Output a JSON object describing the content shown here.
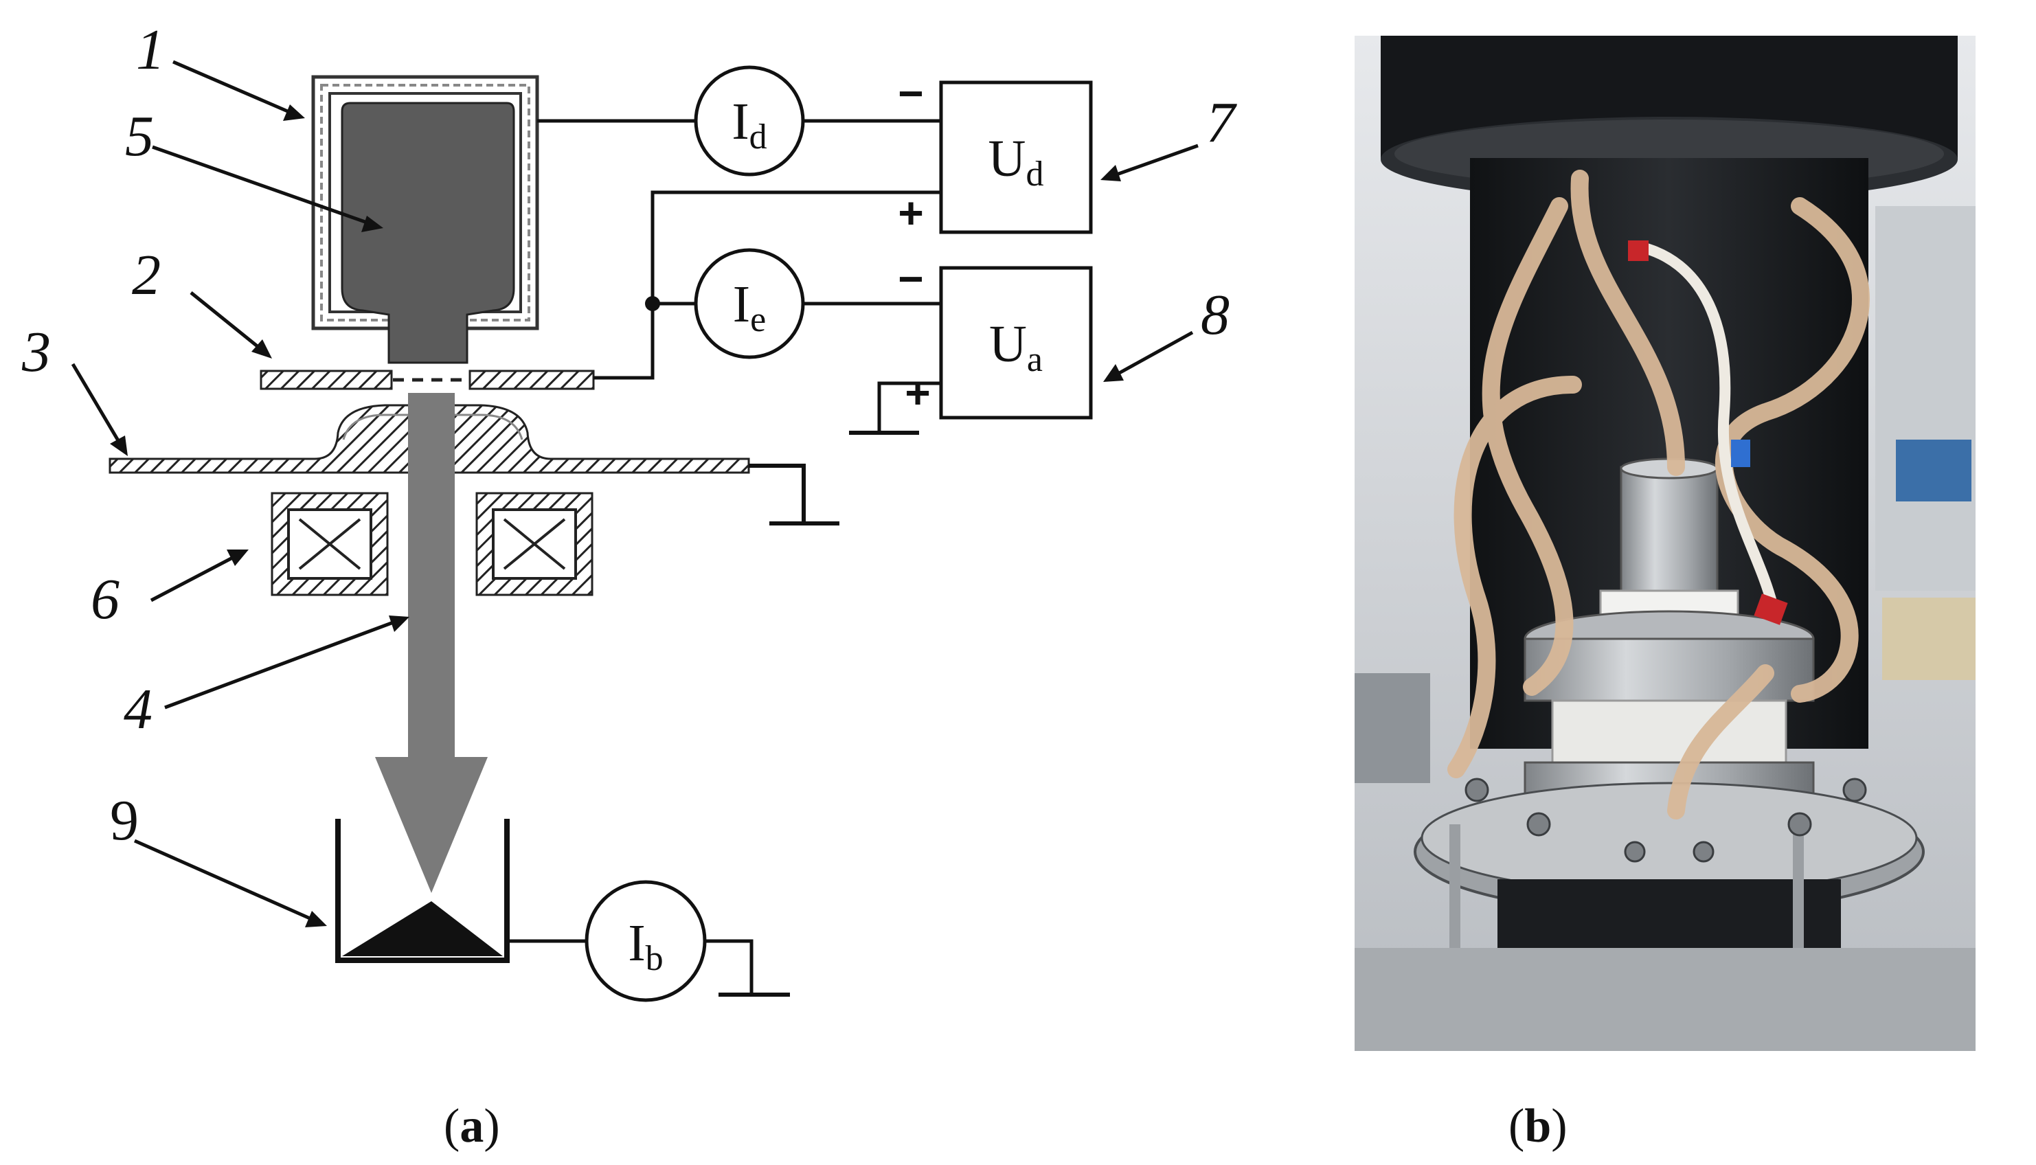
{
  "diagram": {
    "callouts": [
      "1",
      "2",
      "3",
      "4",
      "5",
      "6",
      "7",
      "8",
      "9"
    ],
    "meters": {
      "discharge": {
        "symbol": "I",
        "sub": "d"
      },
      "emission": {
        "symbol": "I",
        "sub": "e"
      },
      "beam": {
        "symbol": "I",
        "sub": "b"
      }
    },
    "supplies": {
      "discharge": {
        "symbol": "U",
        "sub": "d"
      },
      "accelerating": {
        "symbol": "U",
        "sub": "a"
      }
    },
    "polarity": {
      "minus": "−",
      "plus": "+"
    },
    "colors": {
      "cathode_fill": "#5b5b5b",
      "beam": "#7a7a7a",
      "line": "#111111"
    }
  },
  "photo": {
    "colors": {
      "cylinder": "#1d1f22",
      "metal": "#b9bcc0",
      "tube": "#d8b898",
      "background": "#d9dce0"
    }
  },
  "captions": {
    "a": {
      "open": "(",
      "letter": "a",
      "close": ")"
    },
    "b": {
      "open": "(",
      "letter": "b",
      "close": ")"
    }
  }
}
